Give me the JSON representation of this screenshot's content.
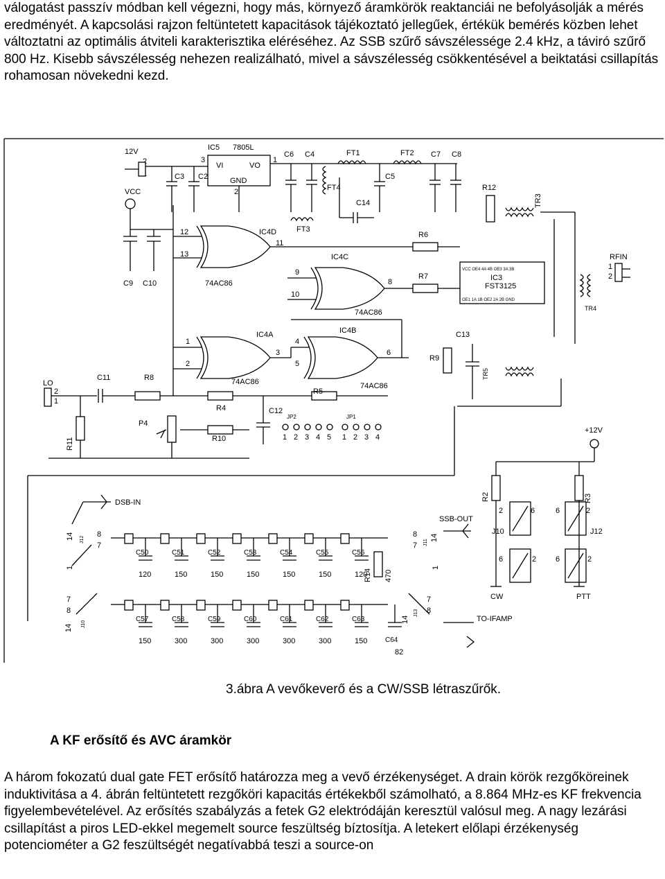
{
  "document": {
    "paragraph_top": "válogatást passzív módban kell végezni, hogy más, környező áramkörök reaktanciái ne befolyásolják a mérés eredményét. A kapcsolási rajzon feltüntetett kapacitások tájékoztató jellegűek, értékük bemérés közben lehet változtatni az optimális átviteli karakterisztika eléréséhez. Az SSB szűrő sávszélessége 2.4 kHz, a táviró szűrő 800 Hz. Kisebb sávszélesség nehezen realizálható, mivel a sávszélesség csökkentésével a beiktatási csillapítás rohamosan növekedni kezd.",
    "figure_caption": "3.ábra A vevőkeverő és a CW/SSB létraszűrők.",
    "section_heading": "A KF erősítő és AVC áramkör",
    "paragraph_bottom": "A három fokozatú dual gate FET erősítő határozza meg a vevő érzékenységet. A drain körök rezgőköreinek induktivitása a 4. ábrán feltüntetett rezgőköri kapacitás értékekből számolható, a 8.864 MHz-es KF frekvencia figyelembevételével. Az erősítés szabályzás a fetek G2 elektródáján keresztül valósul meg. A nagy lezárási csillapítást a piros LED-ekkel megemelt source feszültség bíztosítja. A letekert előlapi érzékenység potenciométer a G2 feszültségét negatívabbá teszi a source-on"
  },
  "schematic": {
    "supply": [
      "12V",
      "VCC",
      "+12V"
    ],
    "regulator": {
      "ref": "IC5",
      "part": "7805L",
      "vi": "VI",
      "vo": "VO",
      "gnd": "GND",
      "pins": [
        "3",
        "1",
        "2"
      ]
    },
    "ic3": {
      "ref": "IC3",
      "part": "FST3125",
      "top_pins": "VCC OE4 4A 4B OE3 3A 3B",
      "bottom_pins": "OE1 1A 1B OE2 2A 2B GND"
    },
    "gates": [
      {
        "ref": "IC4D",
        "part": "74AC86",
        "pins": [
          "12",
          "13",
          "11"
        ]
      },
      {
        "ref": "IC4C",
        "part": "74AC86",
        "pins": [
          "9",
          "10",
          "8"
        ]
      },
      {
        "ref": "IC4A",
        "part": "74AC86",
        "pins": [
          "1",
          "2",
          "3"
        ]
      },
      {
        "ref": "IC4B",
        "part": "74AC86",
        "pins": [
          "4",
          "5",
          "6"
        ]
      }
    ],
    "caps_top": [
      "C6",
      "C4",
      "C3",
      "C2",
      "C5",
      "C7",
      "C8",
      "C14",
      "C9",
      "C10",
      "C11",
      "C12",
      "C13"
    ],
    "inductors": [
      "FT1",
      "FT2",
      "FT3",
      "FT4"
    ],
    "transformers": [
      "TR3",
      "TR4",
      "TR5"
    ],
    "resistors": [
      "R12",
      "R6",
      "R7",
      "R8",
      "R4",
      "R5",
      "R10",
      "R9",
      "R11",
      "R2",
      "R3",
      "R14"
    ],
    "pot": "P4",
    "ports": [
      "LO",
      "RFIN",
      "DSB-IN",
      "SSB-OUT",
      "TO-IFAMP",
      "CW",
      "PTT"
    ],
    "jumpers": {
      "jp2": {
        "label": "JP2",
        "pins": [
          "1",
          "2",
          "3",
          "4",
          "5"
        ]
      },
      "jp1": {
        "label": "JP1",
        "pins": [
          "1",
          "2",
          "3",
          "4"
        ]
      }
    },
    "relays": [
      {
        "ref": "J10",
        "pins": [
          "2",
          "6",
          "6",
          "2"
        ]
      },
      {
        "ref": "J12",
        "pins": [
          "2",
          "6",
          "6",
          "2"
        ]
      }
    ],
    "switch_pins": [
      "14",
      "8",
      "7",
      "1",
      "7",
      "8",
      "14",
      "1"
    ],
    "relay_labels": [
      "J12",
      "J10",
      "J11",
      "J13"
    ],
    "ladder1_caps": [
      "C50",
      "C51",
      "C52",
      "C53",
      "C54",
      "C55",
      "C56"
    ],
    "ladder1_values": [
      "120",
      "150",
      "150",
      "150",
      "150",
      "150",
      "120"
    ],
    "ladder2_caps": [
      "C57",
      "C58",
      "C59",
      "C60",
      "C61",
      "C62",
      "C63",
      "C64"
    ],
    "ladder2_values": [
      "150",
      "300",
      "300",
      "300",
      "300",
      "300",
      "150",
      "82"
    ],
    "r14_value": "470"
  }
}
